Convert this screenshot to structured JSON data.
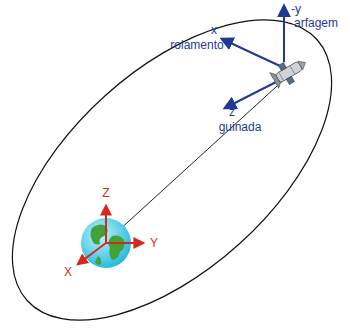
{
  "diagram": {
    "labels": [
      "-y",
      "arfagem",
      "x",
      "rolamento",
      "z",
      "guinada",
      "Z",
      "X",
      "Y"
    ]
  }
}
